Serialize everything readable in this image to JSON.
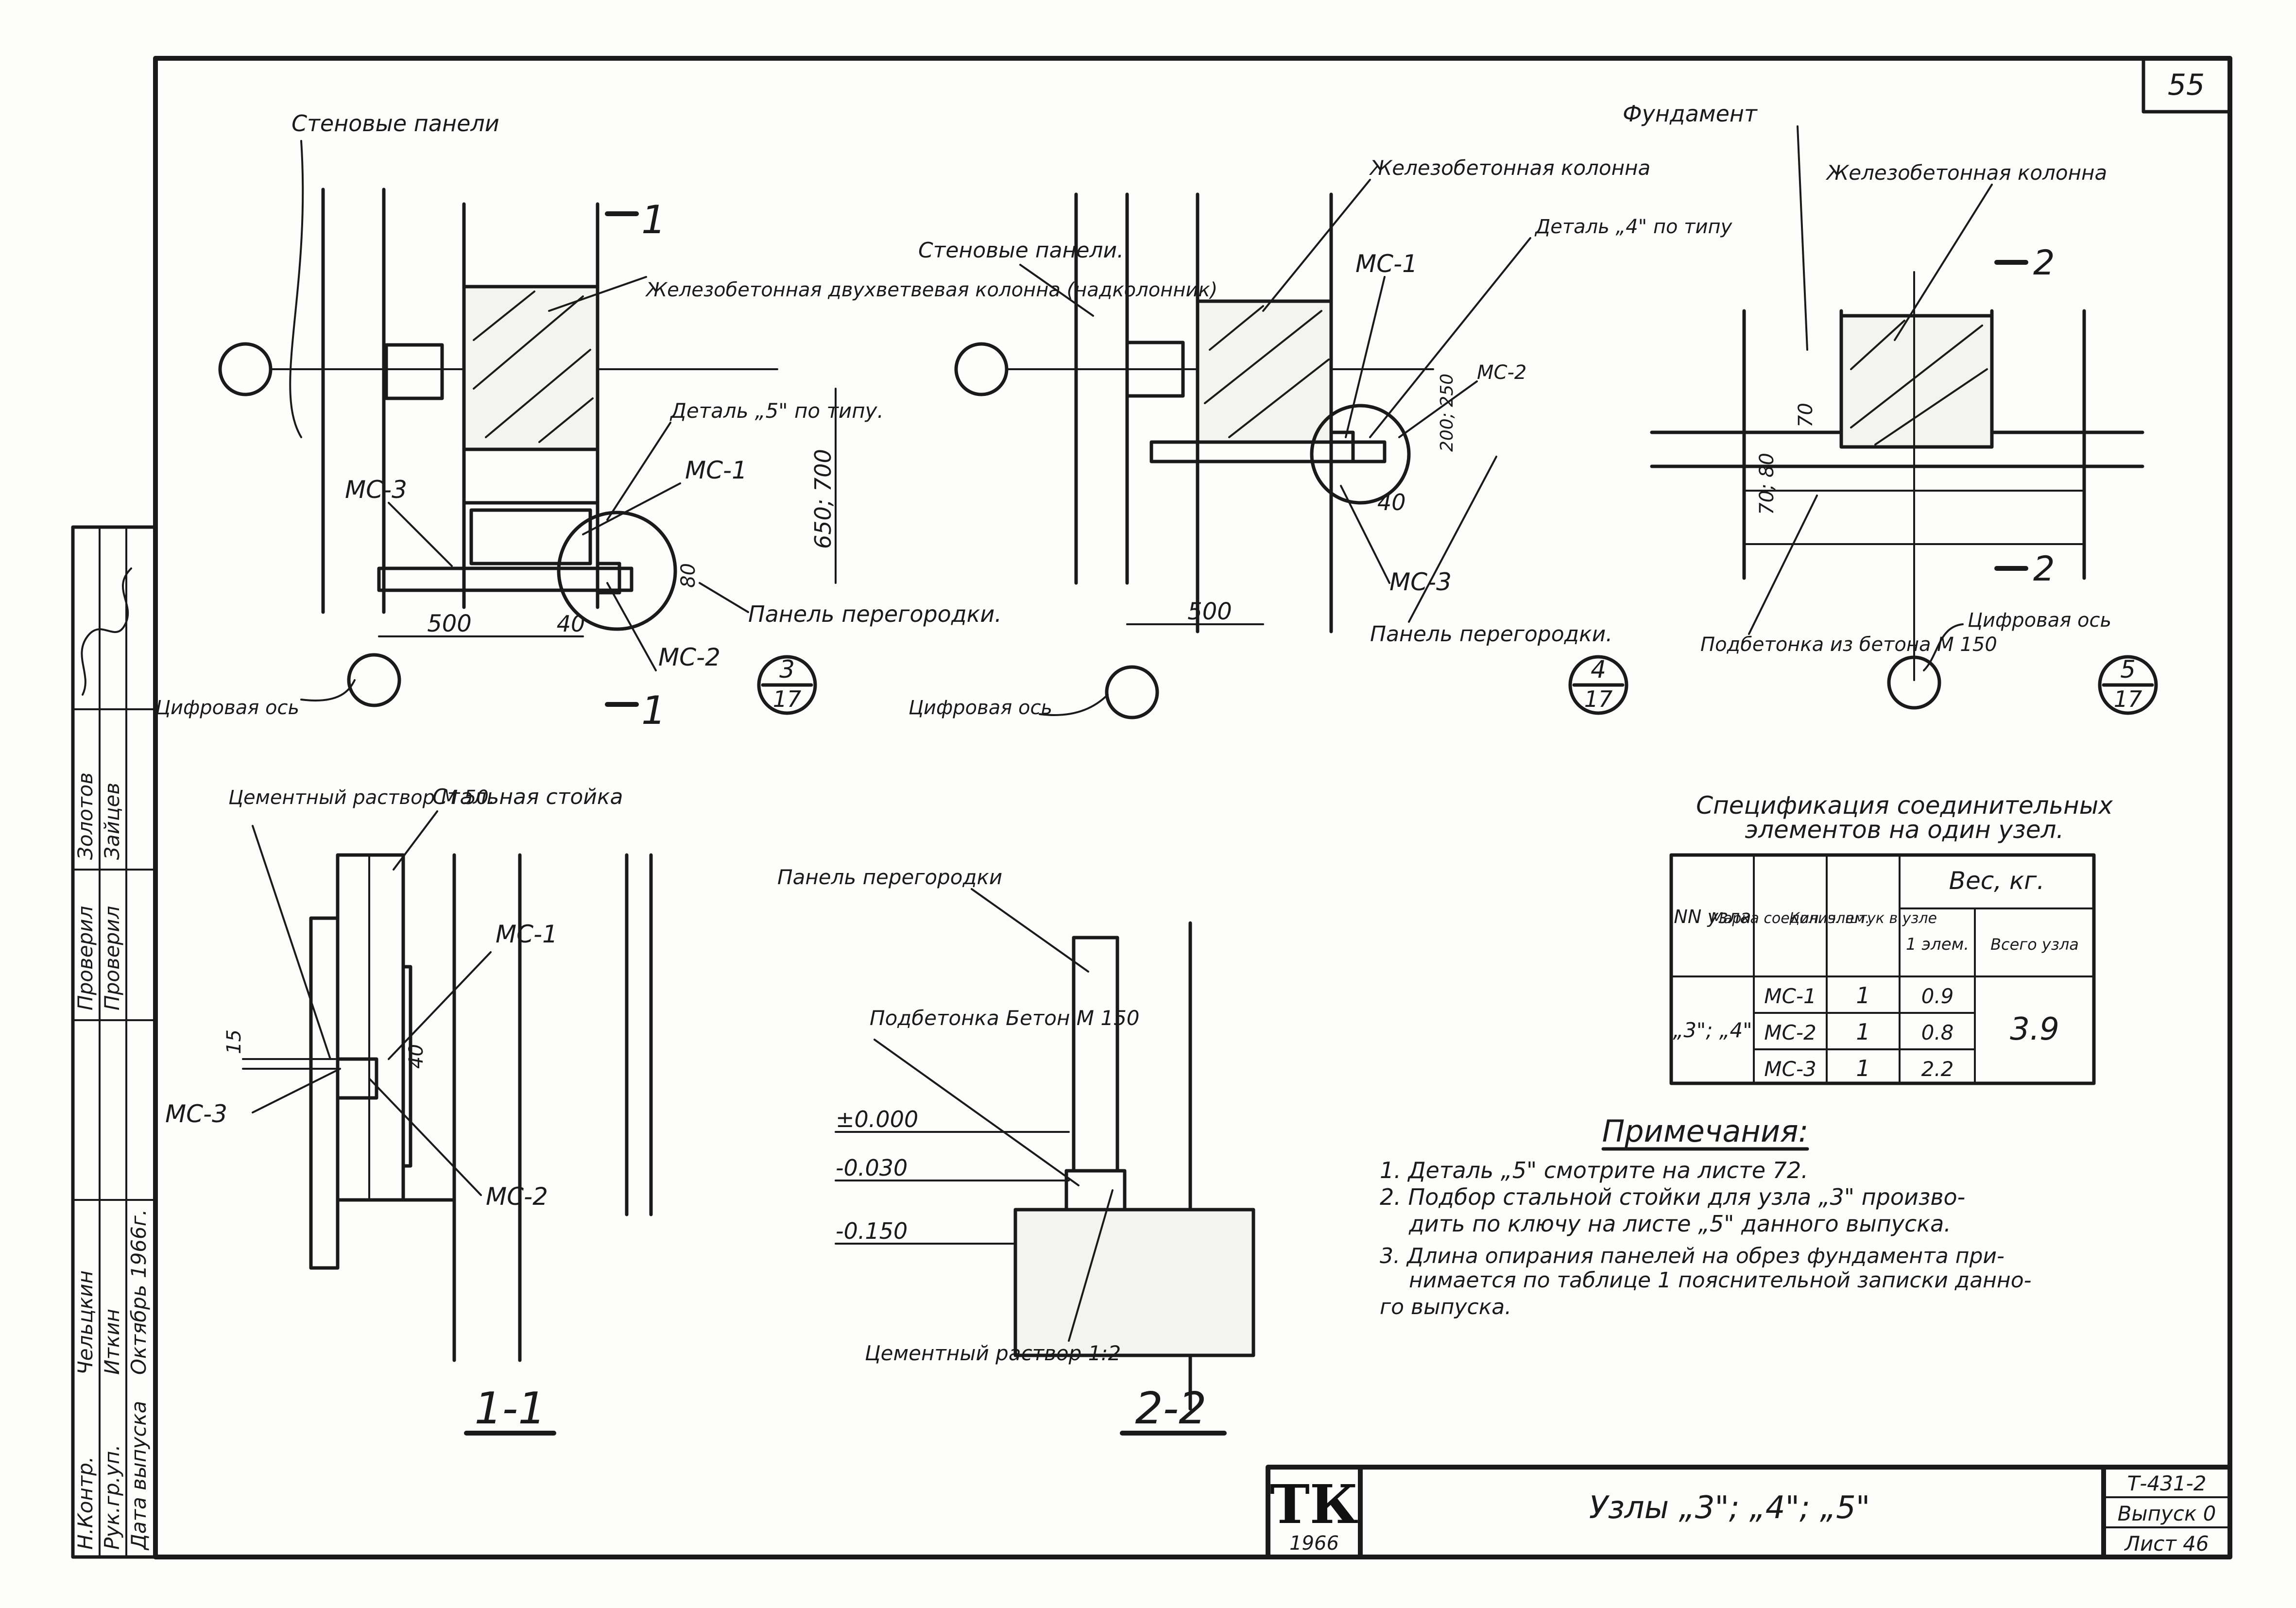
{
  "sheet": {
    "page_number": "55",
    "title": "Узлы „3\"; „4\"; „5\"",
    "series": "Т-431-2",
    "issue": "Выпуск 0",
    "sheet_no": "Лист 46",
    "logo": "ТК",
    "logo_year": "1966"
  },
  "signatures": {
    "rows": [
      {
        "role": "Н.Контр.",
        "name": "Чельцкин"
      },
      {
        "role": "Рук.гр.уп.",
        "name": "Иткин"
      },
      {
        "role": "Дата выпуска",
        "name": "Октябрь 1966г."
      },
      {
        "role": "Проверил",
        "name": "Зайцев"
      },
      {
        "role": "Проверил",
        "name": "Золотов"
      }
    ]
  },
  "detail3": {
    "wall_panels": "Стеновые панели",
    "column_label": "Железобетонная двухветвевая колонна (надколонник)",
    "detail_ref": "Деталь „5\" по типу.",
    "mc1": "МС-1",
    "mc2": "МС-2",
    "mc3": "МС-3",
    "partition": "Панель перегородки.",
    "axis": "Цифровая ось",
    "dim_500": "500",
    "dim_40": "40",
    "dim_80": "80",
    "dim_650": "650; 700",
    "section_mark": "1",
    "bubble_top": "3",
    "bubble_bottom": "17"
  },
  "detail4": {
    "wall_panels": "Стеновые панели.",
    "column_label": "Железобетонная колонна",
    "detail_ref": "Деталь „4\" по типу",
    "mc1": "МС-1",
    "mc2": "МС-2",
    "mc3": "МС-3",
    "partition": "Панель перегородки.",
    "axis": "Цифровая ось",
    "dim_500": "500",
    "dim_40": "40",
    "dim_200": "200; 250",
    "bubble_top": "4",
    "bubble_bottom": "17"
  },
  "detail5": {
    "foundation": "Фундамент",
    "column_label": "Железобетонная колонна",
    "concrete_prep": "Подбетонка из бетона М 150",
    "axis": "Цифровая ось",
    "dim_70": "70",
    "dim_70_80": "70; 80",
    "section_mark": "2",
    "bubble_top": "5",
    "bubble_bottom": "17"
  },
  "section11": {
    "title": "1-1",
    "mortar": "Цементный раствор М 50.",
    "stand": "Стальная стойка",
    "mc1": "МС-1",
    "mc2": "МС-2",
    "mc3": "МС-3",
    "dim_15": "15",
    "dim_40": "40"
  },
  "section22": {
    "title": "2-2",
    "partition": "Панель перегородки",
    "concrete_prep": "Подбетонка Бетон М 150",
    "mortar": "Цементный раствор 1:2",
    "lvl_0": "±0.000",
    "lvl_1": "-0.030",
    "lvl_2": "-0.150"
  },
  "spec": {
    "title_line1": "Спецификация соединительных",
    "title_line2": "элементов на один узел.",
    "headers": {
      "node": "NN узла",
      "mark": "Марка соедин. элем.",
      "qty": "Колич. штук в узле",
      "weight": "Вес, кг.",
      "w_one": "1 элем.",
      "w_total": "Всего узла"
    },
    "node_label": "„3\"; „4\"",
    "rows": [
      {
        "mark": "МС-1",
        "qty": "1",
        "w": "0.9"
      },
      {
        "mark": "МС-2",
        "qty": "1",
        "w": "0.8"
      },
      {
        "mark": "МС-3",
        "qty": "1",
        "w": "2.2"
      }
    ],
    "total": "3.9"
  },
  "notes": {
    "title": "Примечания:",
    "lines": [
      "1. Деталь „5\" смотрите на листе 72.",
      "2. Подбор стальной стойки для узла „3\" произво-",
      "дить по ключу на листе „5\" данного выпуска.",
      "3. Длина опирания панелей на обрез фундамента при-",
      "нимается по таблице 1 пояснительной записки данно-",
      "го выпуска."
    ]
  }
}
